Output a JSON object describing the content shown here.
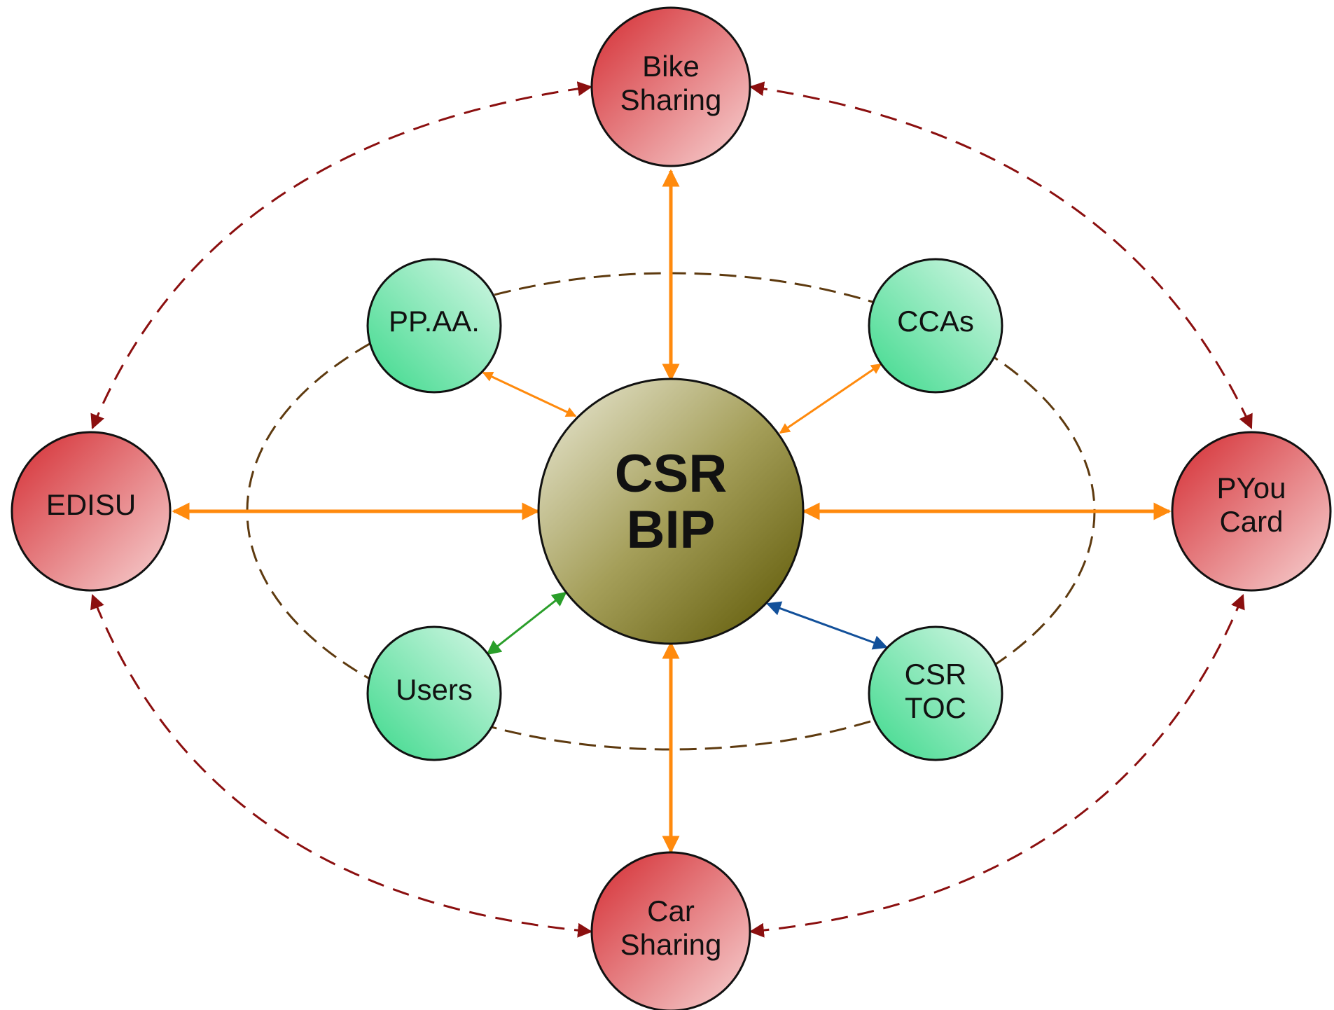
{
  "center": {
    "lines": [
      "CSR",
      "BIP"
    ]
  },
  "outer_nodes": {
    "top": {
      "lines": [
        "Bike",
        "Sharing"
      ]
    },
    "left": {
      "lines": [
        "EDISU"
      ]
    },
    "right": {
      "lines": [
        "PYou",
        "Card"
      ]
    },
    "bottom": {
      "lines": [
        "Car",
        "Sharing"
      ]
    }
  },
  "inner_nodes": {
    "top_left": {
      "lines": [
        "PP.AA."
      ]
    },
    "top_right": {
      "lines": [
        "CCAs"
      ]
    },
    "bottom_left": {
      "lines": [
        "Users"
      ]
    },
    "bottom_right": {
      "lines": [
        "CSR",
        "TOC"
      ]
    }
  },
  "colors": {
    "outer_node_dark": "#d42c32",
    "outer_node_light": "#f7d3d3",
    "inner_node_dark": "#3dd98c",
    "inner_node_light": "#d6f7e6",
    "center_light": "#e6e3cc",
    "center_dark": "#5e5a05",
    "orange_arrow": "#ff8a0d",
    "green_arrow": "#2a9e2a",
    "blue_arrow": "#12509a",
    "outer_dashed": "#8b0f0f",
    "inner_dashed": "#5e3a0f"
  }
}
